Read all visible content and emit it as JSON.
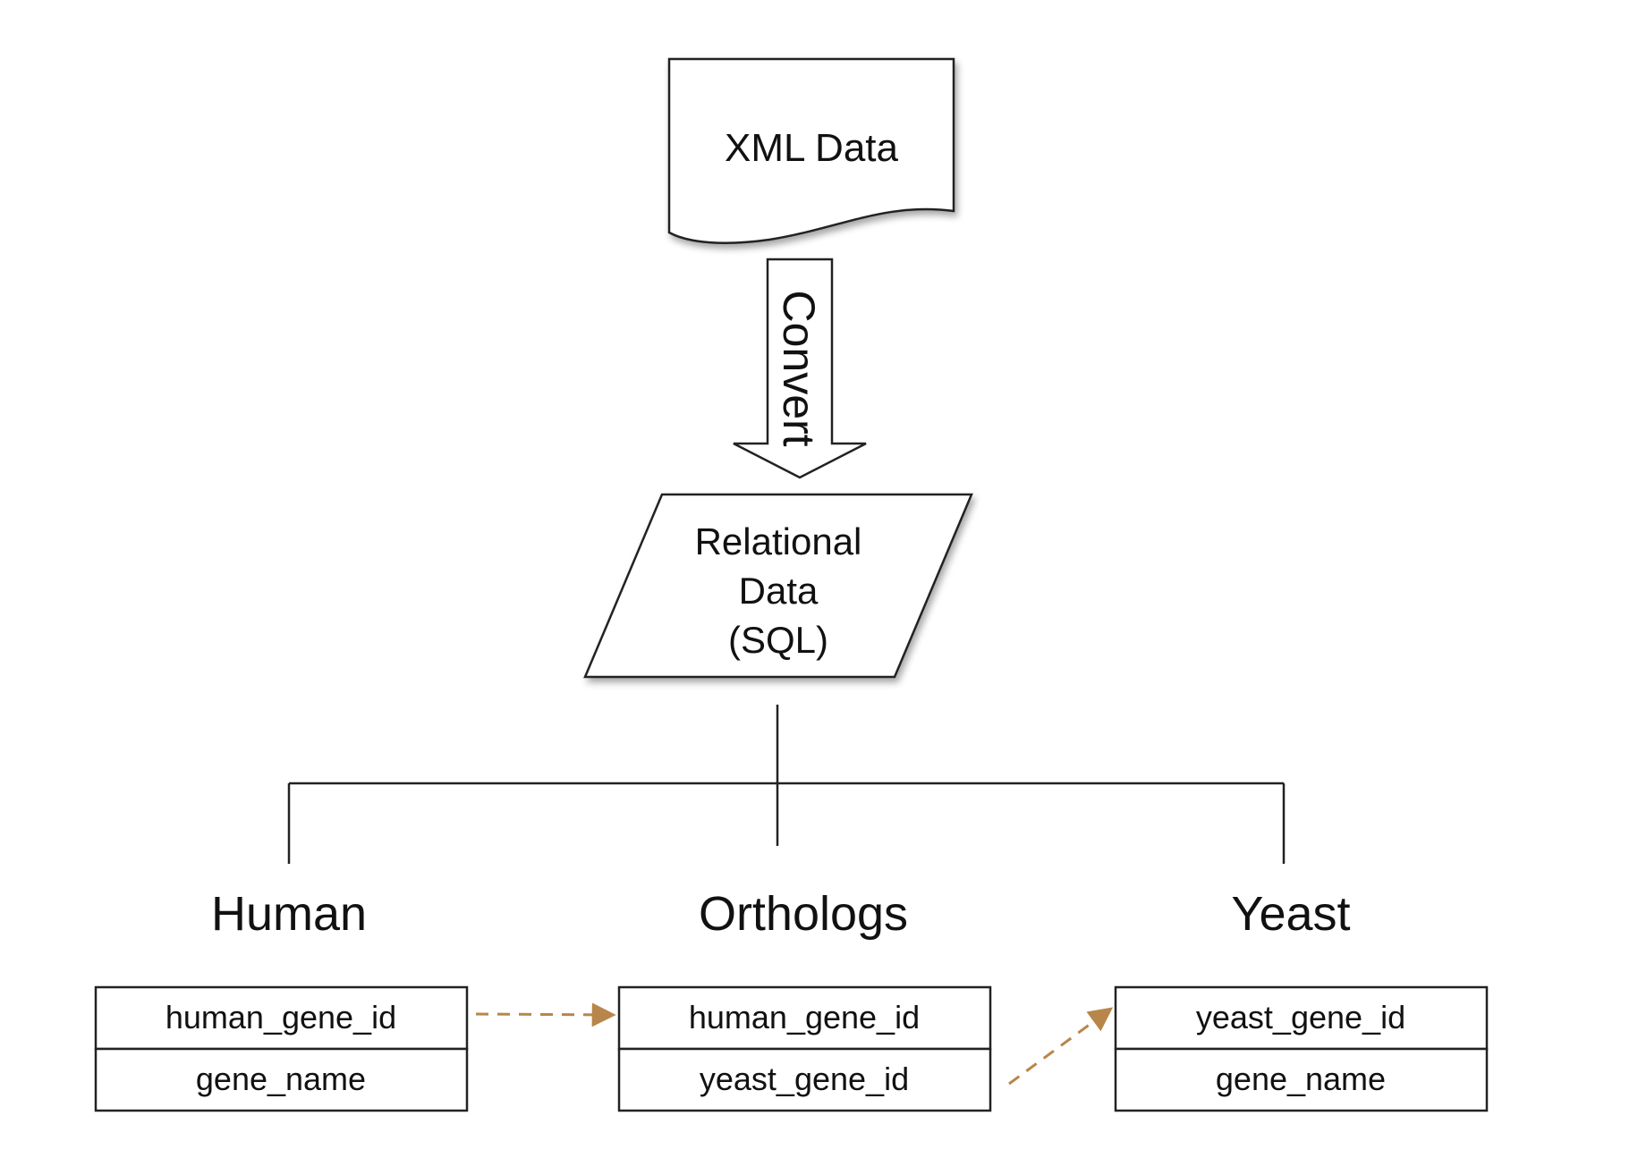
{
  "nodes": {
    "xml_data": "XML Data",
    "convert": "Convert",
    "relational": {
      "line1": "Relational",
      "line2": "Data",
      "line3": "(SQL)"
    }
  },
  "tables": {
    "human": {
      "title": "Human",
      "fields": [
        "human_gene_id",
        "gene_name"
      ]
    },
    "orthologs": {
      "title": "Orthologs",
      "fields": [
        "human_gene_id",
        "yeast_gene_id"
      ]
    },
    "yeast": {
      "title": "Yeast",
      "fields": [
        "yeast_gene_id",
        "gene_name"
      ]
    }
  },
  "colors": {
    "stroke": "#222222",
    "link_arrow": "#b8864a"
  }
}
